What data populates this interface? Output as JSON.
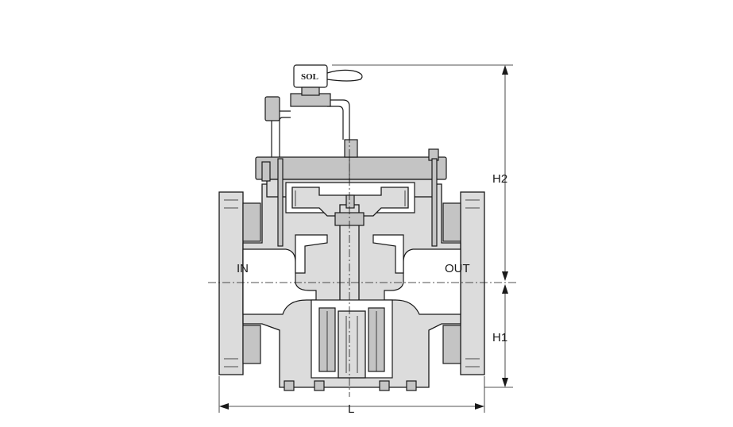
{
  "diagram": {
    "labels": {
      "solenoid": "SOL",
      "inlet": "IN",
      "outlet": "OUT",
      "height_upper": "H2",
      "height_lower": "H1",
      "length": "L"
    }
  }
}
